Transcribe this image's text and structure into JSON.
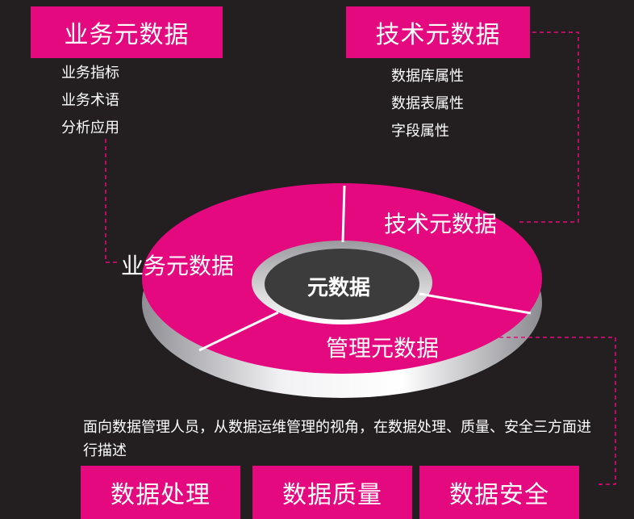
{
  "business": {
    "title": "业务元数据",
    "items": [
      "业务指标",
      "业务术语",
      "分析应用"
    ]
  },
  "technical": {
    "title": "技术元数据",
    "items": [
      "数据库属性",
      "数据表属性",
      "字段属性"
    ]
  },
  "ring": {
    "center": "元数据",
    "segments": {
      "technical": "技术元数据",
      "business": "业务元数据",
      "management": "管理元数据"
    }
  },
  "management": {
    "description": "面向数据管理人员，从数据运维管理的视角，在数据处理、质量、安全三方面进行描述",
    "boxes": [
      "数据处理",
      "数据质量",
      "数据安全"
    ]
  },
  "colors": {
    "accent": "#e5097f",
    "background": "#231f20",
    "center_disk": "#3c3c3c",
    "rim_silver": "#d9d9d9"
  }
}
